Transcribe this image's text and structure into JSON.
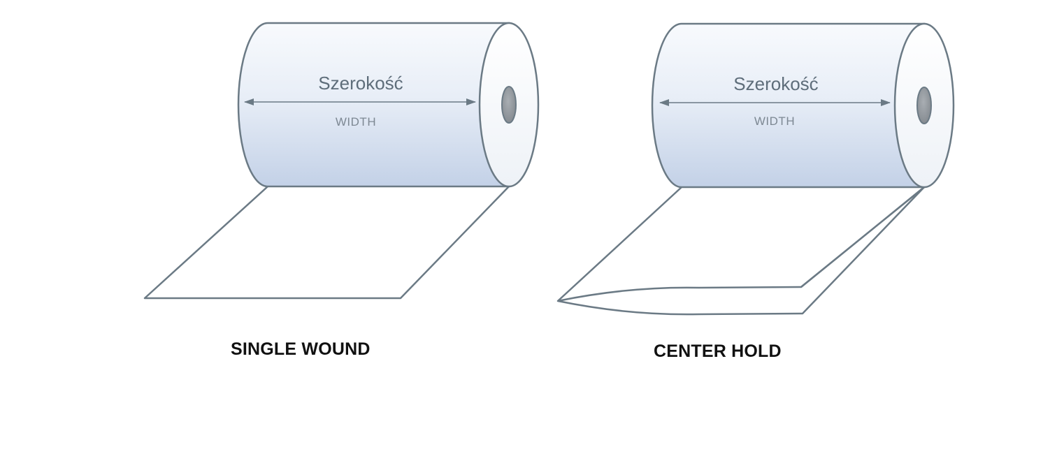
{
  "colors": {
    "outline": "#6b7a85",
    "roll_top": "#f7f9fc",
    "roll_bottom": "#c4d2e8",
    "core": "#8f959b",
    "caption": "#111111"
  },
  "rolls": [
    {
      "width_label_pl": "Szerokość",
      "width_label_en": "WIDTH",
      "caption": "SINGLE WOUND"
    },
    {
      "width_label_pl": "Szerokość",
      "width_label_en": "WIDTH",
      "caption": "CENTER HOLD"
    }
  ]
}
